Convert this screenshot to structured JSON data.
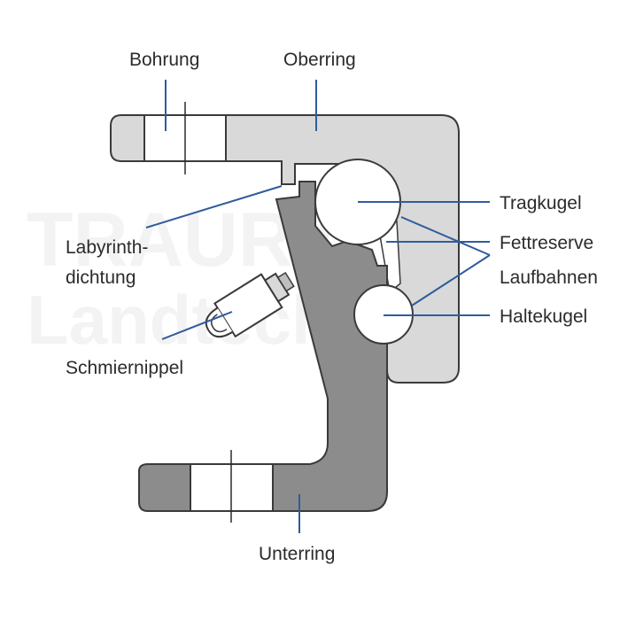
{
  "labels": {
    "bohrung": "Bohrung",
    "oberring": "Oberring",
    "tragkugel": "Tragkugel",
    "fettreserve": "Fettreserve",
    "laufbahnen": "Laufbahnen",
    "haltekugel": "Haltekugel",
    "labyrinth_line1": "Labyrinth-",
    "labyrinth_line2": "dichtung",
    "schmiernippel": "Schmiernippel",
    "unterring": "Unterring"
  },
  "watermark": {
    "line1": "TRAURIG",
    "line2": "Landtechnik"
  },
  "colors": {
    "upper_ring": "#d9d9d9",
    "lower_ring": "#8c8c8c",
    "outline": "#3a3a3a",
    "leader": "#2f5c9e",
    "ball": "#ffffff",
    "text": "#2b2b2b"
  }
}
